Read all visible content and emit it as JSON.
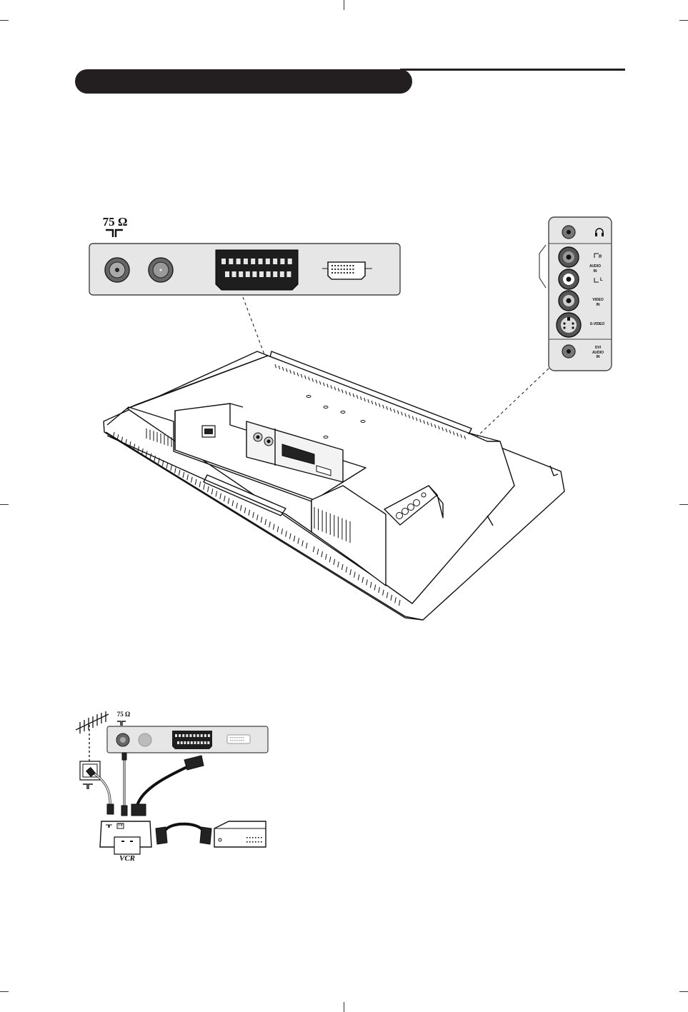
{
  "header": {
    "title": ""
  },
  "rear_panel": {
    "impedance_label": "75 Ω"
  },
  "side_panel": {
    "labels": {
      "audio_r": "R",
      "audio_in": "AUDIO\nIN",
      "audio_l": "L",
      "video_in": "VIDEO\nIN",
      "s_video": "S-VIDEO",
      "dvi_audio_in": "DVI\nAUDIO\nIN"
    }
  },
  "hookup": {
    "impedance_label": "75 Ω",
    "vcr_label": "VCR",
    "vcr_tv_badge": "TV"
  },
  "colors": {
    "ink": "#231f20",
    "panel_fill": "#e6e6e6",
    "panel_stroke": "#444444"
  }
}
